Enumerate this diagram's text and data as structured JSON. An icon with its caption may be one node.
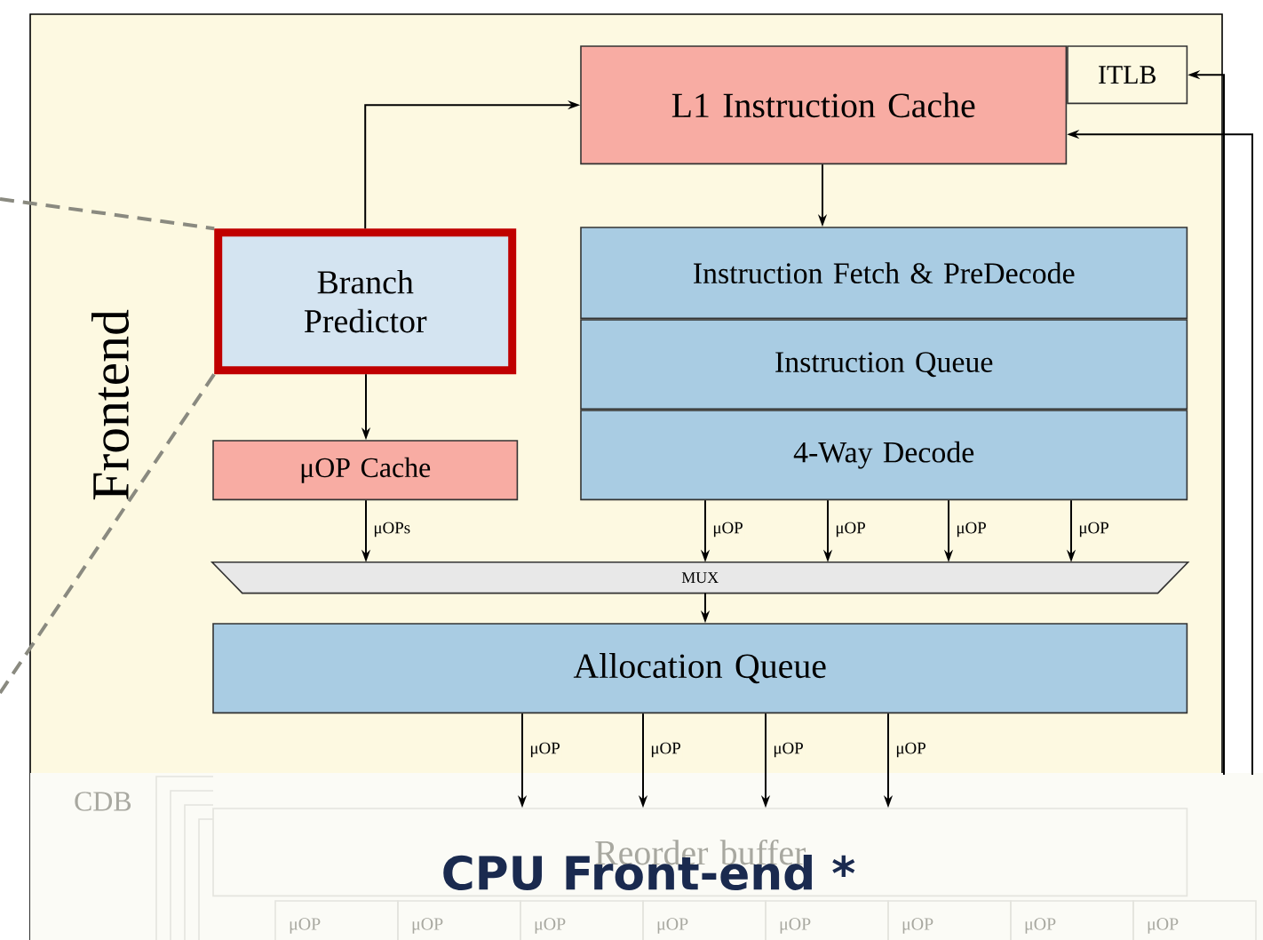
{
  "diagram": {
    "caption": "CPU Front-end *",
    "nodes": [
      {
        "text": [
          "Frontend"
        ]
      },
      {
        "text": [
          "L1 Instruction Cache"
        ],
        "in": 0
      },
      {
        "text": [
          "ITLB"
        ],
        "in": 0
      },
      {
        "text": [
          "Branch Predictor"
        ],
        "in": 0
      },
      {
        "text": [
          "μOP Cache"
        ],
        "in": 0
      },
      {
        "text": [
          "Instruction Fetch & PreDecode"
        ],
        "in": 0
      },
      {
        "text": [
          "Instruction Queue"
        ],
        "in": 0
      },
      {
        "text": [
          "4-Way Decode"
        ],
        "in": 0
      },
      {
        "text": [
          "MUX"
        ],
        "in": 0
      },
      {
        "text": [
          "Allocation Queue"
        ],
        "in": 0
      },
      {
        "text": [
          "Reorder buffer"
        ],
        "in": 0
      }
    ],
    "edges": [
      {
        "from": null,
        "to": 3,
        "arrow": "none",
        "style": "dashed",
        "color": "#8a8a80"
      },
      {
        "from": null,
        "to": 3,
        "arrow": "none",
        "style": "dashed",
        "color": "#8a8a80"
      },
      {
        "from": 3,
        "to": 1,
        "arrow": "to"
      },
      {
        "from": null,
        "to": 2,
        "arrow": "to"
      },
      {
        "from": null,
        "to": 1,
        "arrow": "to"
      },
      {
        "from": 1,
        "to": 5,
        "arrow": "to"
      },
      {
        "from": 3,
        "to": 4,
        "arrow": "to"
      },
      {
        "from": 4,
        "to": 8,
        "arrow": "to",
        "label": "μOPs"
      },
      {
        "from": 7,
        "to": 8,
        "arrow": "to",
        "label": "μOP"
      },
      {
        "from": 7,
        "to": 8,
        "arrow": "to",
        "label": "μOP"
      },
      {
        "from": 7,
        "to": 8,
        "arrow": "to",
        "label": "μOP"
      },
      {
        "from": 7,
        "to": 8,
        "arrow": "to",
        "label": "μOP"
      },
      {
        "from": 8,
        "to": 9,
        "arrow": "to"
      },
      {
        "from": 9,
        "to": 10,
        "arrow": "to",
        "label": "μOP"
      },
      {
        "from": 9,
        "to": 10,
        "arrow": "to",
        "label": "μOP"
      },
      {
        "from": 9,
        "to": 10,
        "arrow": "to",
        "label": "μOP"
      },
      {
        "from": 9,
        "to": 10,
        "arrow": "to",
        "label": "μOP"
      }
    ],
    "labels": [
      "CDB",
      "μOP",
      "μOP",
      "μOP",
      "μOP",
      "μOP",
      "μOP",
      "μOP",
      "μOP"
    ]
  }
}
